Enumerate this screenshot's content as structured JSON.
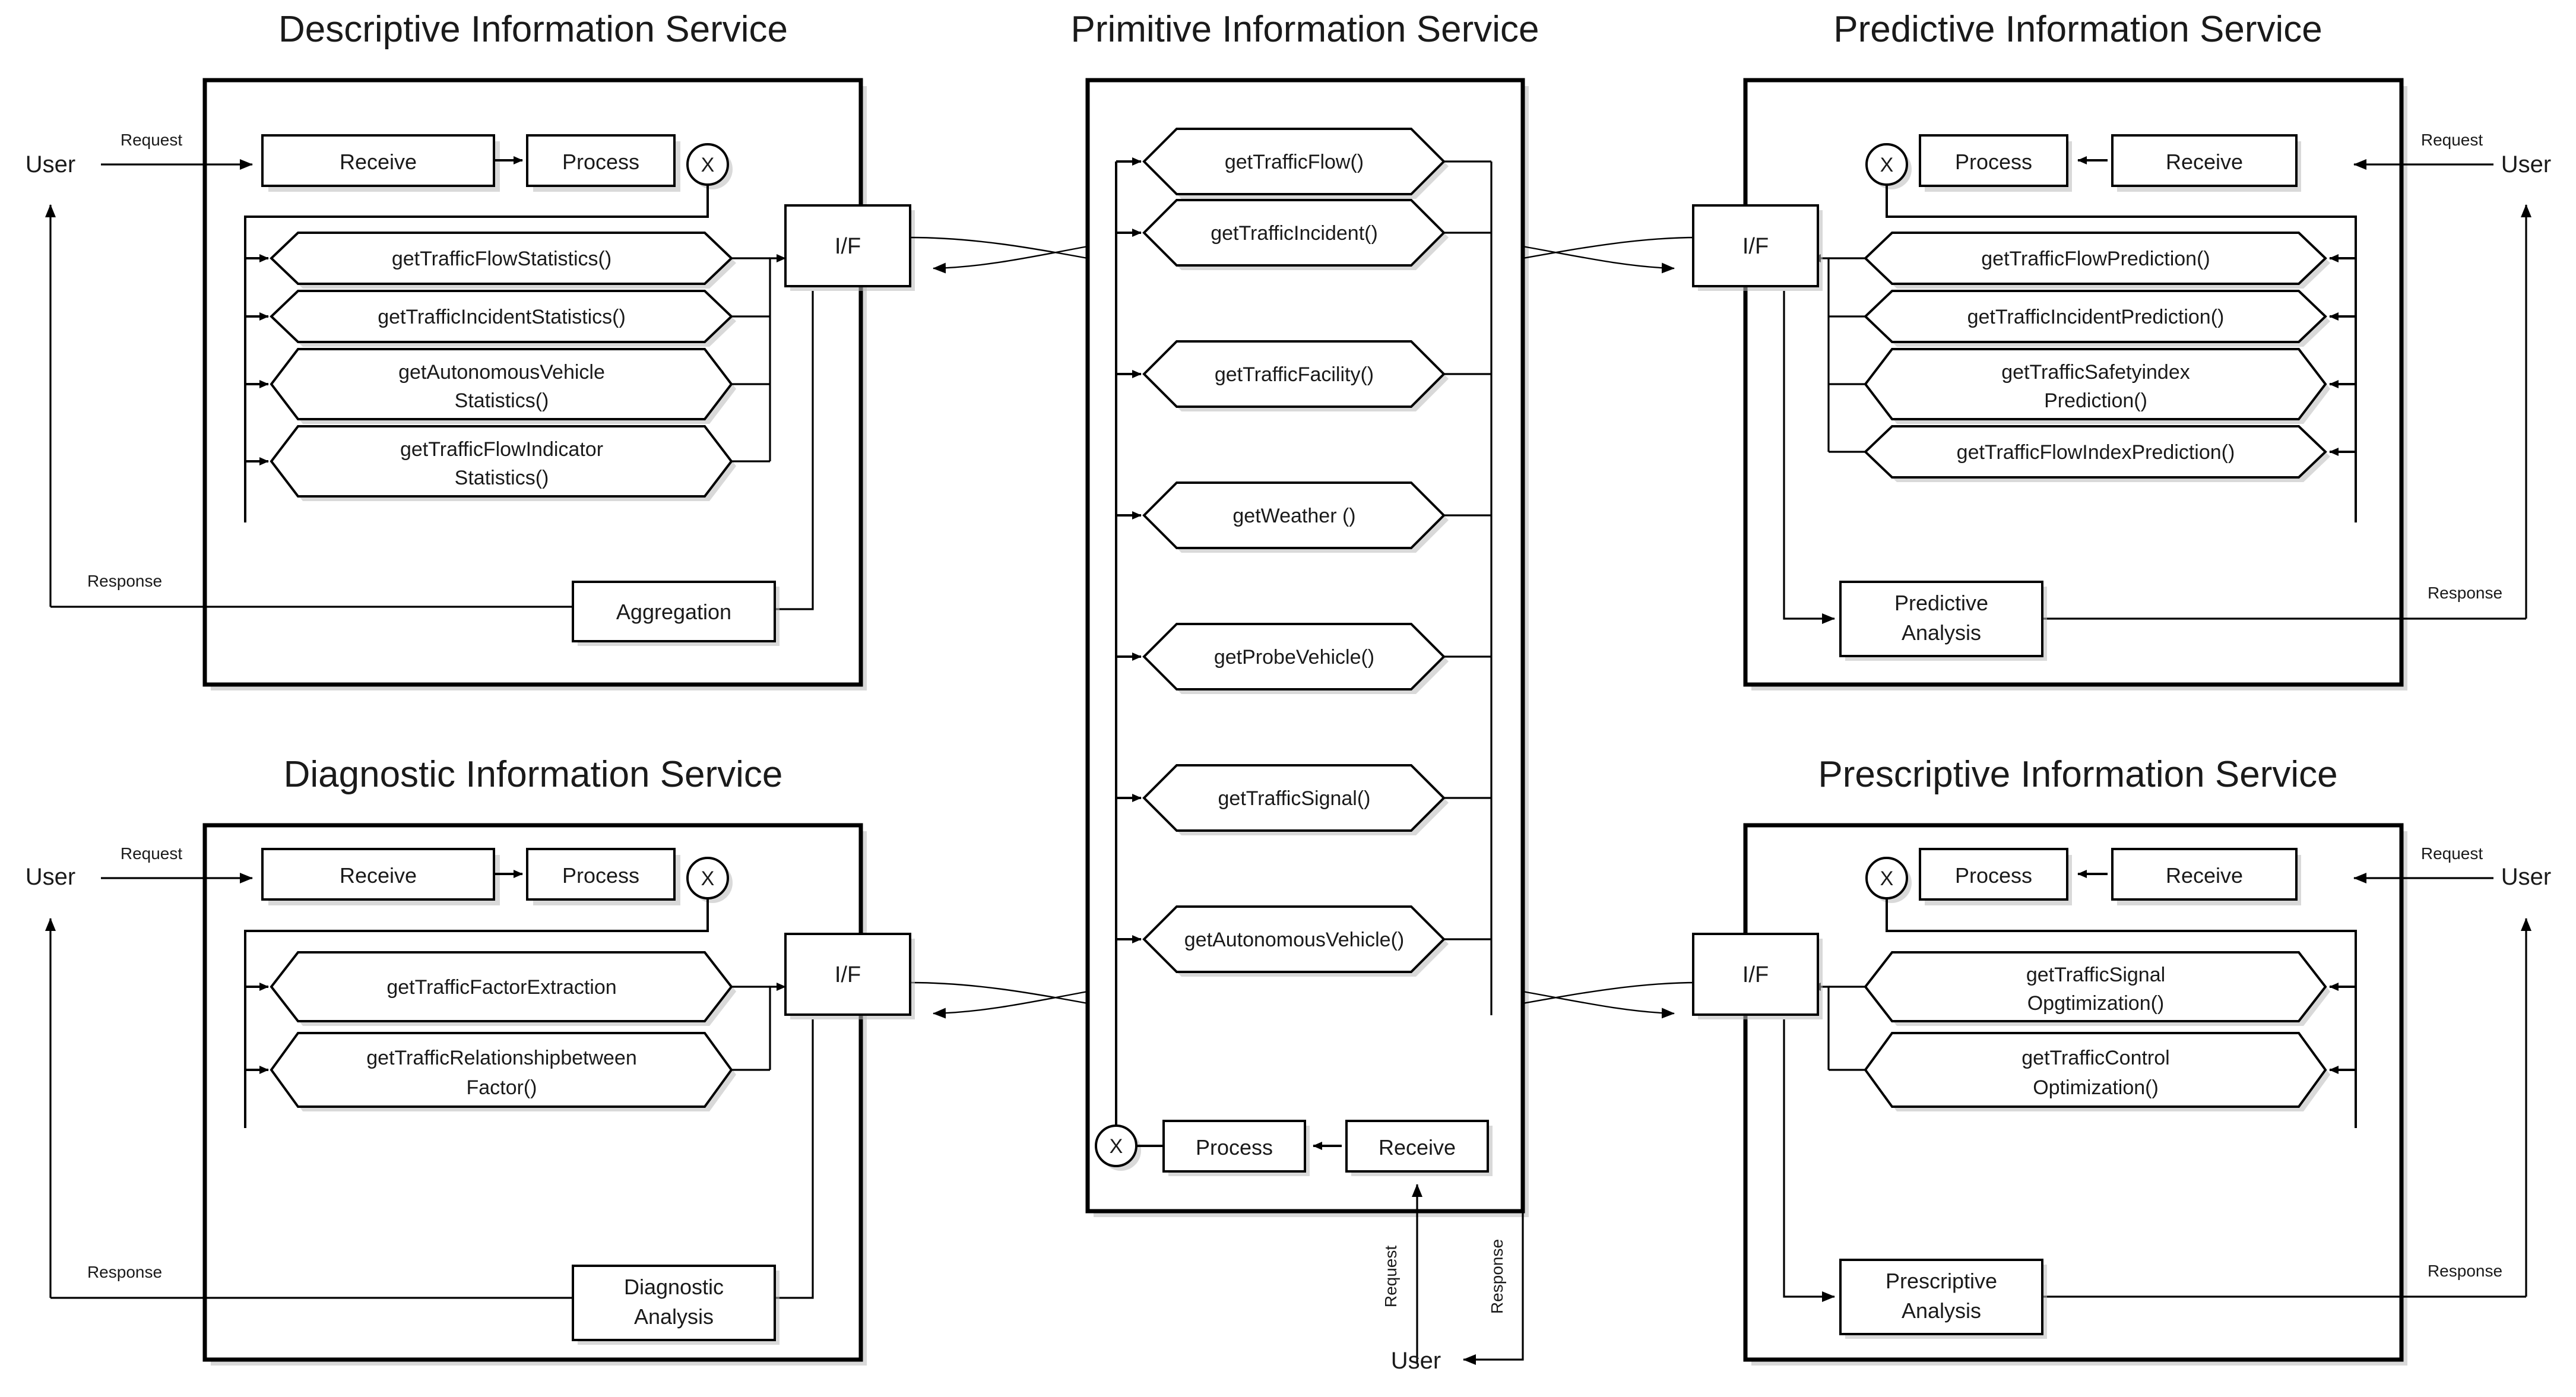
{
  "diagram": {
    "title_service_descriptive": "Descriptive Information Service",
    "title_service_primitive": "Primitive Information Service",
    "title_service_predictive": "Predictive Information Service",
    "title_service_diagnostic": "Diagnostic Information Service",
    "title_service_prescriptive": "Prescriptive Information Service"
  },
  "common": {
    "user": "User",
    "request": "Request",
    "response": "Response",
    "receive": "Receive",
    "process": "Process",
    "interface": "I/F",
    "x_marker": "X"
  },
  "descriptive": {
    "title": "Descriptive Information Service",
    "user": "User",
    "request": "Request",
    "response": "Response",
    "receive": "Receive",
    "process": "Process",
    "x_marker": "X",
    "interface": "I/F",
    "aggregation": "Aggregation",
    "operations": [
      {
        "line1": "getTrafficFlowStatistics()",
        "line2": ""
      },
      {
        "line1": "getTrafficIncidentStatistics()",
        "line2": ""
      },
      {
        "line1": "getAutonomousVehicle",
        "line2": "Statistics()"
      },
      {
        "line1": "getTrafficFlowIndicator",
        "line2": "Statistics()"
      }
    ]
  },
  "primitive": {
    "title": "Primitive Information Service",
    "user": "User",
    "request": "Request",
    "response": "Response",
    "receive": "Receive",
    "process": "Process",
    "x_marker": "X",
    "operations": [
      {
        "line1": "getTrafficFlow()",
        "line2": ""
      },
      {
        "line1": "getTrafficIncident()",
        "line2": ""
      },
      {
        "line1": "getTrafficFacility()",
        "line2": ""
      },
      {
        "line1": "getWeather ()",
        "line2": ""
      },
      {
        "line1": "getProbeVehicle()",
        "line2": ""
      },
      {
        "line1": "getTrafficSignal()",
        "line2": ""
      },
      {
        "line1": "getAutonomousVehicle()",
        "line2": ""
      }
    ]
  },
  "predictive": {
    "title": "Predictive Information Service",
    "user": "User",
    "request": "Request",
    "response": "Response",
    "receive": "Receive",
    "process": "Process",
    "x_marker": "X",
    "interface": "I/F",
    "analysis_line1": "Predictive",
    "analysis_line2": "Analysis",
    "operations": [
      {
        "line1": "getTrafficFlowPrediction()",
        "line2": ""
      },
      {
        "line1": "getTrafficIncidentPrediction()",
        "line2": ""
      },
      {
        "line1": "getTrafficSafetyindex",
        "line2": "Prediction()"
      },
      {
        "line1": "getTrafficFlowIndexPrediction()",
        "line2": ""
      }
    ]
  },
  "diagnostic": {
    "title": "Diagnostic Information Service",
    "user": "User",
    "request": "Request",
    "response": "Response",
    "receive": "Receive",
    "process": "Process",
    "x_marker": "X",
    "interface": "I/F",
    "analysis_line1": "Diagnostic",
    "analysis_line2": "Analysis",
    "operations": [
      {
        "line1": "getTrafficFactorExtraction",
        "line2": ""
      },
      {
        "line1": "getTrafficRelationshipbetween",
        "line2": "Factor()"
      }
    ]
  },
  "prescriptive": {
    "title": "Prescriptive Information Service",
    "user": "User",
    "request": "Request",
    "response": "Response",
    "receive": "Receive",
    "process": "Process",
    "x_marker": "X",
    "interface": "I/F",
    "analysis_line1": "Prescriptive",
    "analysis_line2": "Analysis",
    "operations": [
      {
        "line1": "getTrafficSignal",
        "line2": "Opgtimization()"
      },
      {
        "line1": "getTrafficControl",
        "line2": "Optimization()"
      }
    ]
  },
  "colors": {
    "stroke": "#000000",
    "fill": "#ffffff",
    "shadow": "#b9b9b9",
    "text": "#1a1a1a"
  }
}
